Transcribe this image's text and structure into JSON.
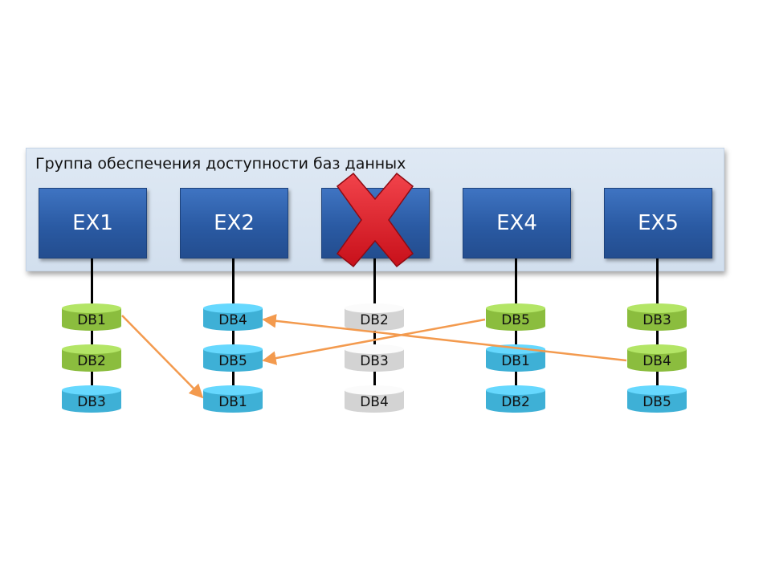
{
  "title": "Группа обеспечения доступности баз данных",
  "servers": [
    {
      "label": "EX1",
      "failed": false
    },
    {
      "label": "EX2",
      "failed": false
    },
    {
      "label": "",
      "failed": true
    },
    {
      "label": "EX4",
      "failed": false
    },
    {
      "label": "EX5",
      "failed": false
    }
  ],
  "databases": [
    [
      {
        "label": "DB1",
        "state": "active"
      },
      {
        "label": "DB2",
        "state": "active"
      },
      {
        "label": "DB3",
        "state": "passive"
      }
    ],
    [
      {
        "label": "DB4",
        "state": "passive"
      },
      {
        "label": "DB5",
        "state": "passive"
      },
      {
        "label": "DB1",
        "state": "passive"
      }
    ],
    [
      {
        "label": "DB2",
        "state": "offline"
      },
      {
        "label": "DB3",
        "state": "offline"
      },
      {
        "label": "DB4",
        "state": "offline"
      }
    ],
    [
      {
        "label": "DB5",
        "state": "active"
      },
      {
        "label": "DB1",
        "state": "passive"
      },
      {
        "label": "DB2",
        "state": "passive"
      }
    ],
    [
      {
        "label": "DB3",
        "state": "active"
      },
      {
        "label": "DB4",
        "state": "active"
      },
      {
        "label": "DB5",
        "state": "passive"
      }
    ]
  ],
  "failovers": [
    {
      "from": "EX1/DB1",
      "to": "EX2/DB1"
    },
    {
      "from": "EX4/DB5",
      "to": "EX2/DB5"
    },
    {
      "from": "EX5/DB4",
      "to": "EX2/DB4"
    }
  ],
  "colors": {
    "active": "#8bbd3e",
    "passive": "#3eb0d6",
    "offline": "#d3d3d3",
    "failover_arrow": "#f39a4e",
    "failed_mark": "#e0202a"
  }
}
